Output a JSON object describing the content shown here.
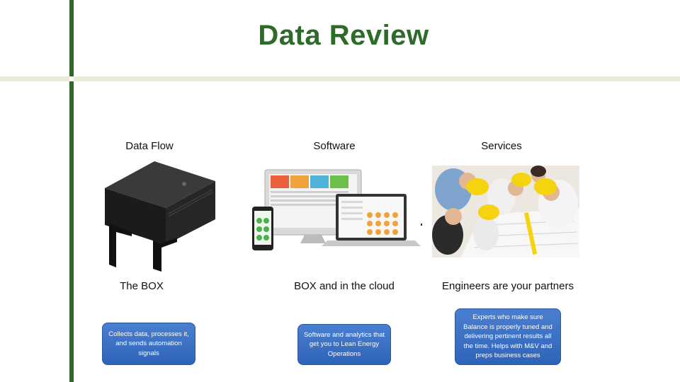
{
  "title": "Data Review",
  "columns": [
    {
      "heading": "Data Flow",
      "subheading": "The BOX",
      "description": "Collects data, processes it, and sends automation signals",
      "image": "black-hardware-box-device"
    },
    {
      "heading": "Software",
      "subheading": "BOX and in the cloud",
      "description": "Software and analytics that get you to Lean Energy Operations",
      "image": "dashboard-on-monitor-laptop-phone"
    },
    {
      "heading": "Services",
      "subheading": "Engineers are your partners",
      "description": "Experts who make sure Balance is properly tuned and delivering pertinent results all the time. Helps with M&V and preps business cases",
      "image": "engineers-in-hard-hats-reviewing-plans"
    }
  ],
  "colors": {
    "accent_green": "#2e6b2b",
    "box_blue": "#3b6fc4",
    "divider": "#e8ecd6"
  }
}
